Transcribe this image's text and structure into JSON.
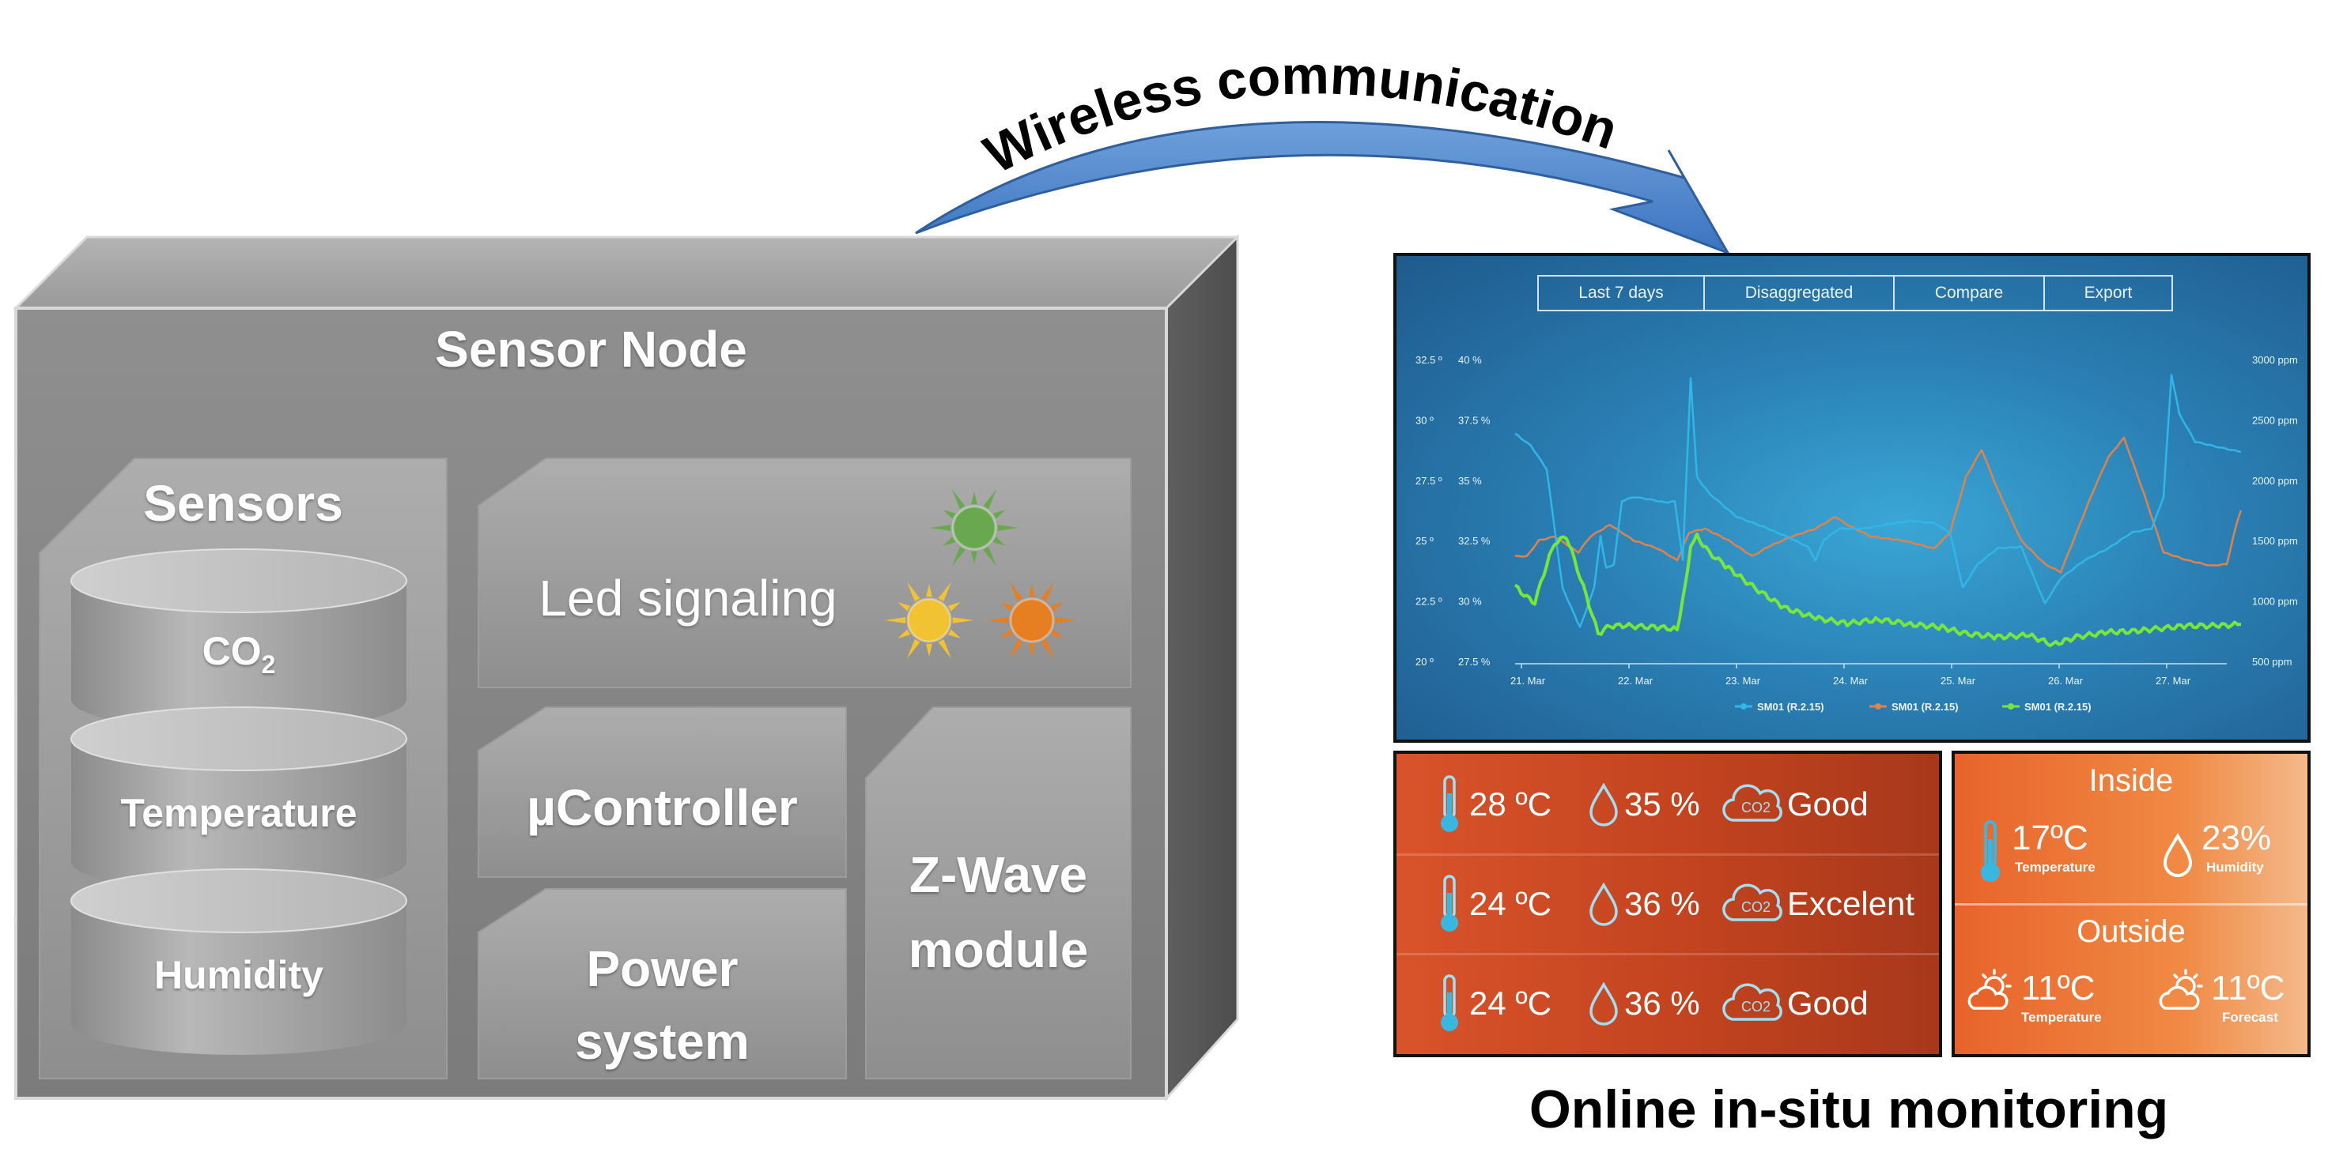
{
  "wireless_label": "Wireless communication",
  "sensor_node": {
    "title": "Sensor Node",
    "sensors": {
      "title": "Sensors",
      "co2": "CO",
      "co2_sub": "2",
      "temperature": "Temperature",
      "humidity": "Humidity"
    },
    "led": "Led signaling",
    "controller": "µController",
    "power_line1": "Power",
    "power_line2": "system",
    "zwave_line1": "Z-Wave",
    "zwave_line2": "module",
    "led_colors": [
      "#6aa84f",
      "#f1c232",
      "#e67e22"
    ]
  },
  "dashboard": {
    "buttons": [
      "Last 7 days",
      "Disaggregated",
      "Compare",
      "Export"
    ],
    "left_axis_temp": [
      "32.5 º",
      "30 º",
      "27.5 º",
      "25 º",
      "22.5 º",
      "20 º"
    ],
    "left_axis_hum": [
      "40 %",
      "37.5 %",
      "35 %",
      "32.5 %",
      "30 %",
      "27.5 %"
    ],
    "right_axis": [
      "3000 ppm",
      "2500 ppm",
      "2000 ppm",
      "1500 ppm",
      "1000 ppm",
      "500 ppm"
    ],
    "x_labels": [
      "21. Mar",
      "22. Mar",
      "23. Mar",
      "24. Mar",
      "25. Mar",
      "26. Mar",
      "27. Mar"
    ],
    "legend": [
      "SM01 (R.2.15)",
      "SM01 (R.2.15)",
      "SM01 (R.2.15)"
    ],
    "colors": {
      "blue": "#31b6e8",
      "orange": "#e0834a",
      "green": "#77e83a"
    }
  },
  "status_panel": {
    "rows": [
      {
        "temp": "28 ºC",
        "hum": "35 %",
        "co2_icon": "CO2",
        "quality": "Good"
      },
      {
        "temp": "24 ºC",
        "hum": "36 %",
        "co2_icon": "CO2",
        "quality": "Excelent"
      },
      {
        "temp": "24 ºC",
        "hum": "36 %",
        "co2_icon": "CO2",
        "quality": "Good"
      }
    ]
  },
  "weather_panel": {
    "inside_title": "Inside",
    "inside_temp": "17ºC",
    "inside_temp_label": "Temperature",
    "inside_hum": "23%",
    "inside_hum_label": "Humidity",
    "outside_title": "Outside",
    "outside_temp": "11ºC",
    "outside_temp_label": "Temperature",
    "outside_forecast": "11ºC",
    "outside_forecast_label": "Forecast"
  },
  "monitoring_label": "Online in-situ monitoring"
}
